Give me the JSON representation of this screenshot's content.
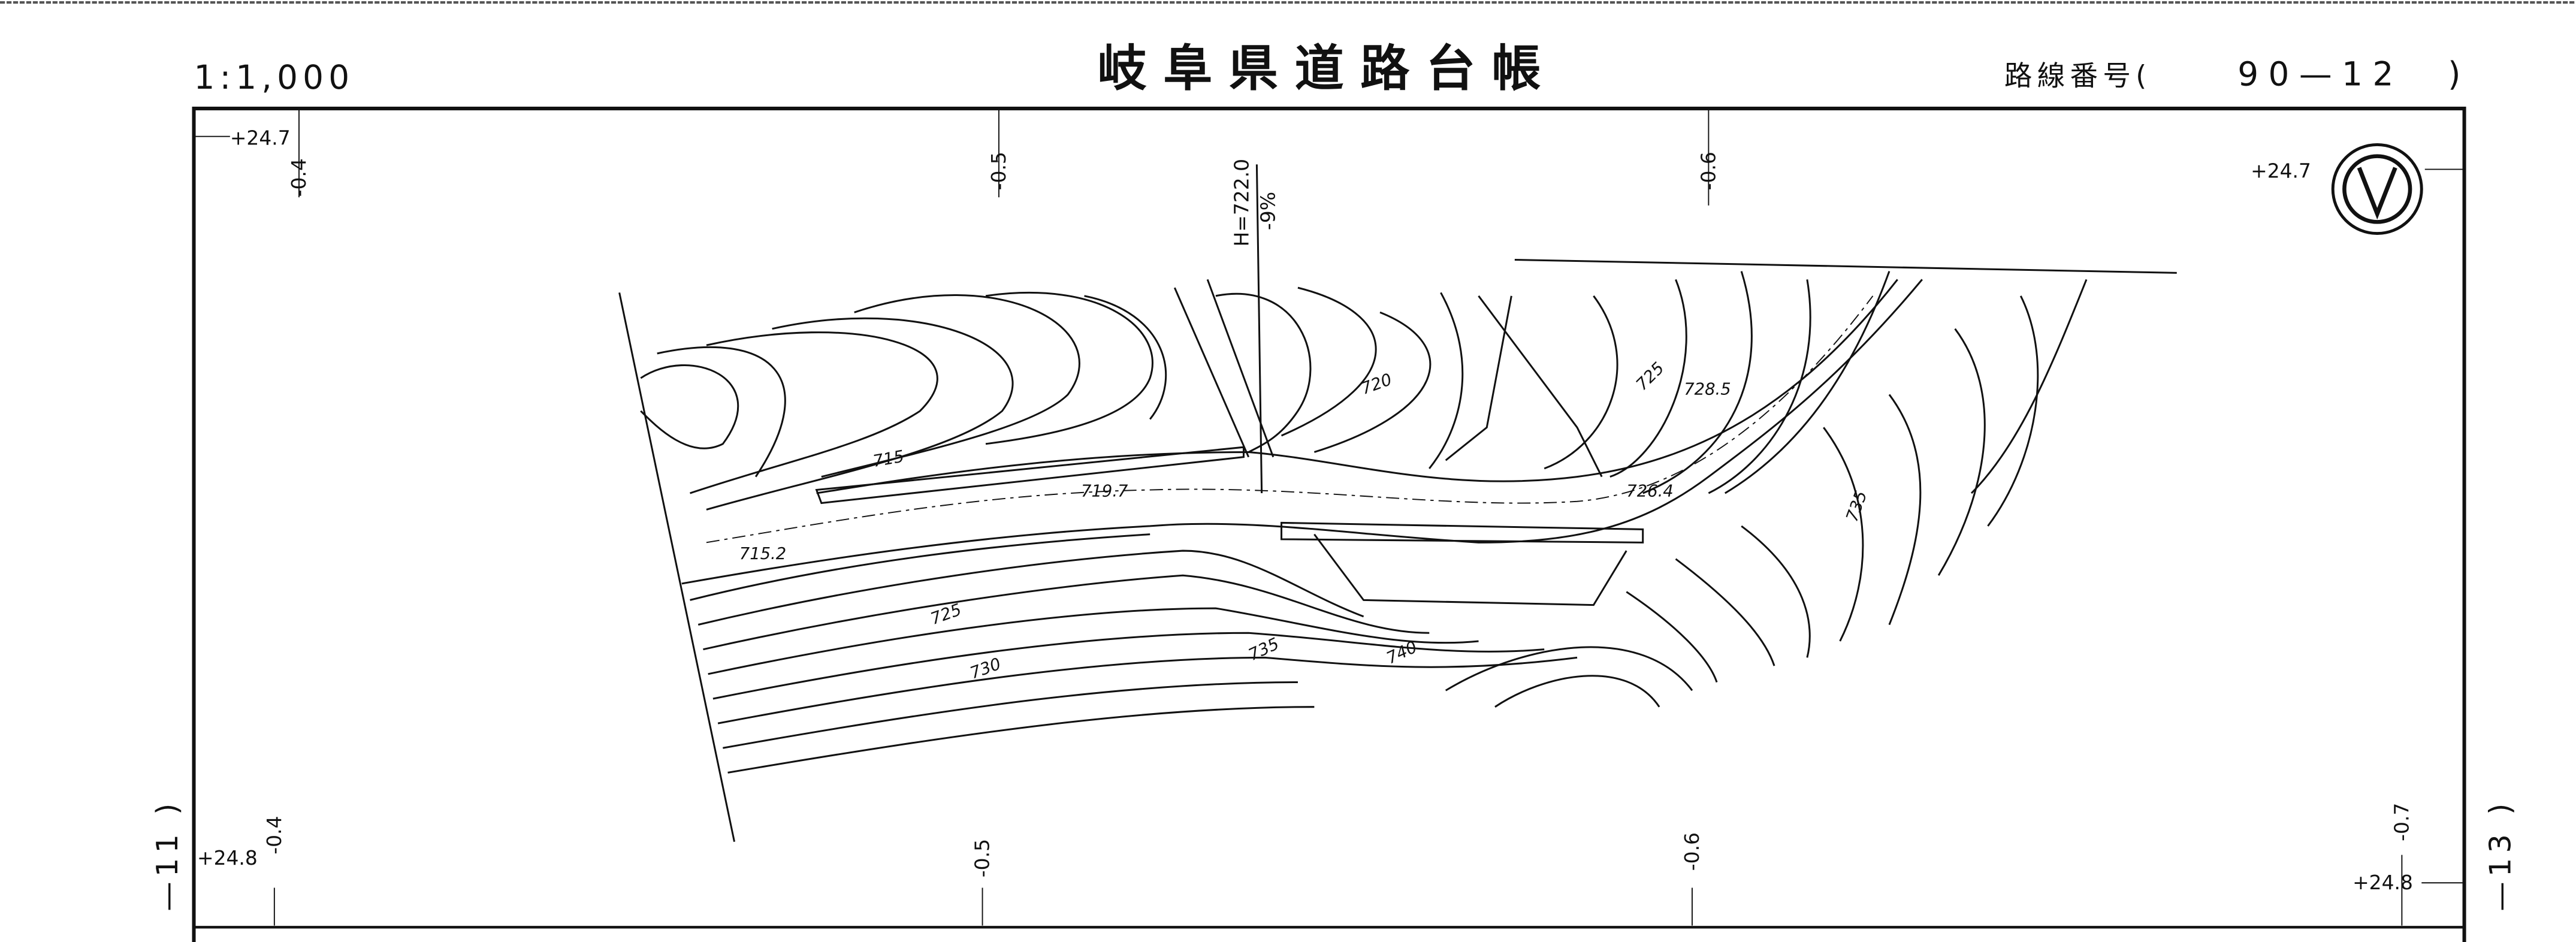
{
  "header": {
    "scale": "1:1,000",
    "title": "岐阜県道路台帳",
    "route_label": "路線番号(",
    "route_number": "90—12",
    "route_close": ")"
  },
  "stations_top": [
    "-0.4",
    "-0.5",
    "-0.6"
  ],
  "stations_bottom": [
    "-0.4",
    "-0.5",
    "-0.6",
    "-0.7"
  ],
  "offsets": {
    "top_left": "+24.7",
    "top_right": "+24.7",
    "bottom_left": "+24.8",
    "bottom_right": "+24.8"
  },
  "sheet_margin": {
    "left": "—11 )",
    "right": "—13 )"
  },
  "grade_note": {
    "height": "H=722.0",
    "slope": "-9%"
  },
  "contour_labels": [
    "715",
    "715.2",
    "719.7",
    "720",
    "725",
    "728.5",
    "726.4",
    "725",
    "730",
    "735",
    "740",
    "735"
  ],
  "north_symbol": "north-arrow"
}
